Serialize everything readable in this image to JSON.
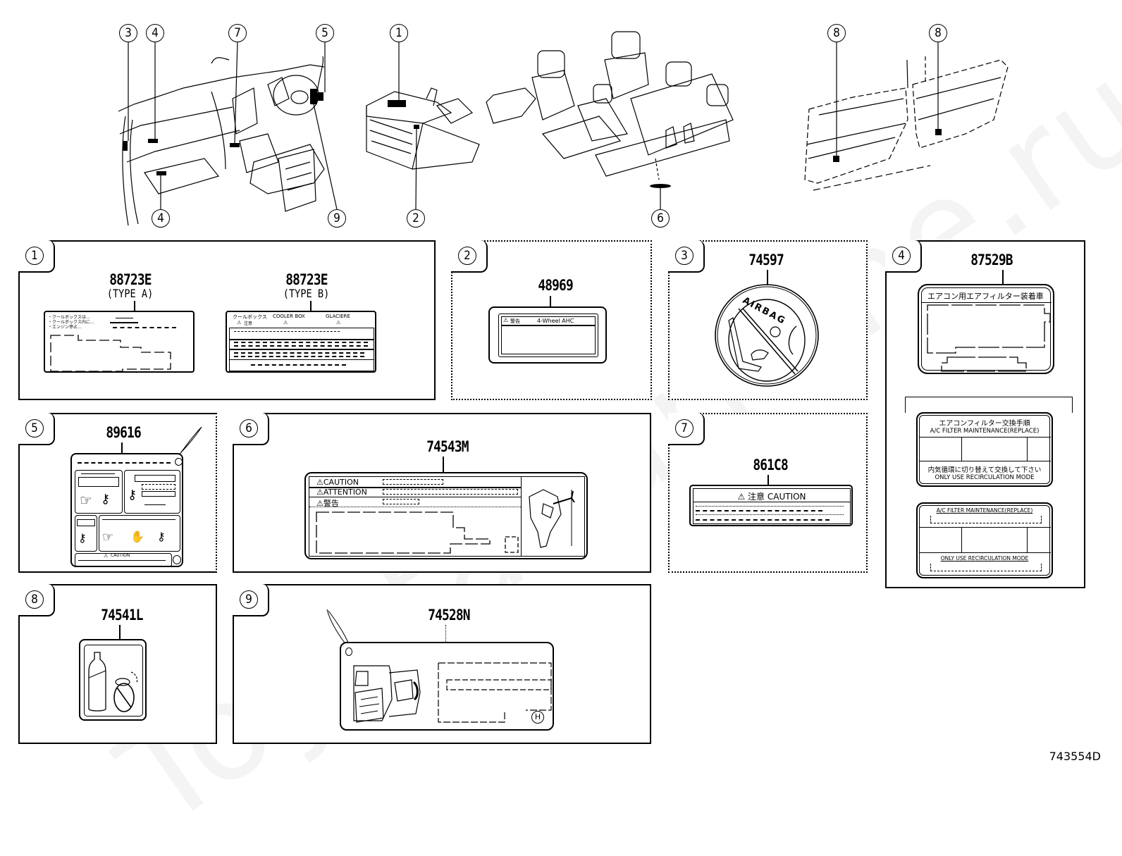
{
  "overview": {
    "callouts": [
      "3",
      "4",
      "7",
      "5",
      "1",
      "4",
      "9",
      "2",
      "6",
      "8",
      "8"
    ],
    "groups": [
      {
        "name": "dashboard",
        "callouts": [
          "3",
          "4",
          "7",
          "5",
          "4",
          "9"
        ]
      },
      {
        "name": "console-box",
        "callouts": [
          "1",
          "2"
        ]
      },
      {
        "name": "seats",
        "callouts": [
          "6"
        ]
      },
      {
        "name": "doors",
        "callouts": [
          "8",
          "8"
        ]
      }
    ]
  },
  "panels": [
    {
      "index": "1",
      "items": [
        {
          "part_number": "88723E",
          "variant": "(TYPE A)",
          "lines": [
            "・クールボックスは…",
            "・クールボックス内に…",
            "・エンジン停止…"
          ]
        },
        {
          "part_number": "88723E",
          "variant": "(TYPE B)",
          "header": [
            "クールボックス",
            "COOLER BOX",
            "GLACIERE"
          ],
          "warning": "注意"
        }
      ]
    },
    {
      "index": "2",
      "part_number": "48969",
      "header_warning": "警告",
      "header_text": "4-Wheel AHC"
    },
    {
      "index": "3",
      "part_number": "74597",
      "ring_text": "AIRBAG"
    },
    {
      "index": "4",
      "part_number": "87529B",
      "label_a_title": "エアコン用エアフィルター装着車",
      "label_b_title_jp": "エアコンフィルター交換手順",
      "label_b_title_en": "A/C FILTER MAINTENANCE(REPLACE)",
      "label_b_footer_jp": "内気循環に切り替えて交換して下さい",
      "label_b_footer_en": "ONLY USE RECIRCULATION MODE",
      "label_c_title": "A/C FILTER MAINTENANCE(REPLACE)",
      "label_c_footer": "ONLY USE RECIRCULATION MODE"
    },
    {
      "index": "5",
      "part_number": "89616",
      "caution_text": "CAUTION"
    },
    {
      "index": "6",
      "part_number": "74543M",
      "rows": [
        "CAUTION",
        "ATTENTION",
        "警告"
      ]
    },
    {
      "index": "7",
      "part_number": "861C8",
      "header": "注意  CAUTION"
    },
    {
      "index": "8",
      "part_number": "74541L"
    },
    {
      "index": "9",
      "part_number": "74528N",
      "corner_mark": "H"
    }
  ],
  "watermark": "ToyotaCarMine.ru",
  "diagram_ref": "743554D"
}
